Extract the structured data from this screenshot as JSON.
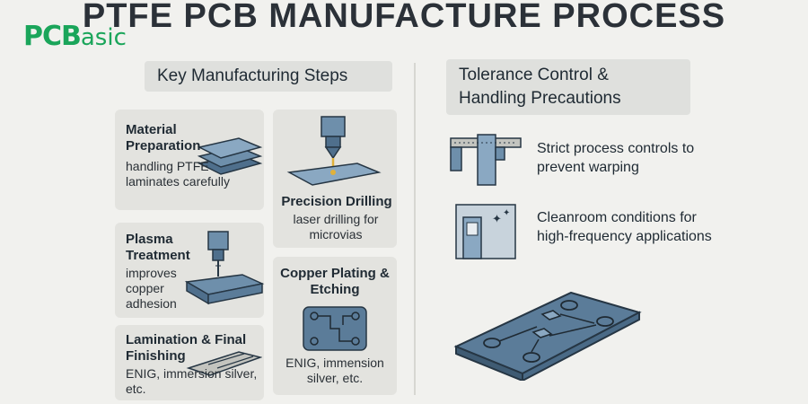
{
  "logo": {
    "text": "PCB",
    "suffix": "asic"
  },
  "title": "PTFE PCB MANUFACTURE PROCESS",
  "left_section": {
    "heading": "Key Manufacturing Steps"
  },
  "steps": {
    "material": {
      "title": "Material Preparation",
      "text": "handling PTFE laminates carefully"
    },
    "drilling": {
      "title": "Precision Drilling",
      "text": "laser drilling for microvias"
    },
    "plasma": {
      "title": "Plasma Treatment",
      "text": "improves copper adhesion"
    },
    "plating": {
      "title": "Copper Plating & Etching",
      "text": "ENIG, immension silver, etc."
    },
    "lamination": {
      "title": "Lamination & Final Finishing",
      "text": "ENIG, immersion silver, etc."
    }
  },
  "right_section": {
    "heading": "Tolerance Control & Handling Precautions"
  },
  "precautions": {
    "controls": "Strict process controls to prevent warping",
    "cleanroom": "Cleanroom conditions for high-frequency applications"
  },
  "colors": {
    "accent_green": "#1aa55a",
    "steel_blue": "#5b7c99",
    "dark": "#1f2a33"
  },
  "icons": [
    "caliper-icon",
    "cleanroom-icon",
    "pcb-board-icon",
    "stacked-laminates-icon",
    "laser-drill-icon",
    "plasma-nozzle-icon",
    "circuit-chip-icon",
    "laminated-sheet-icon"
  ]
}
